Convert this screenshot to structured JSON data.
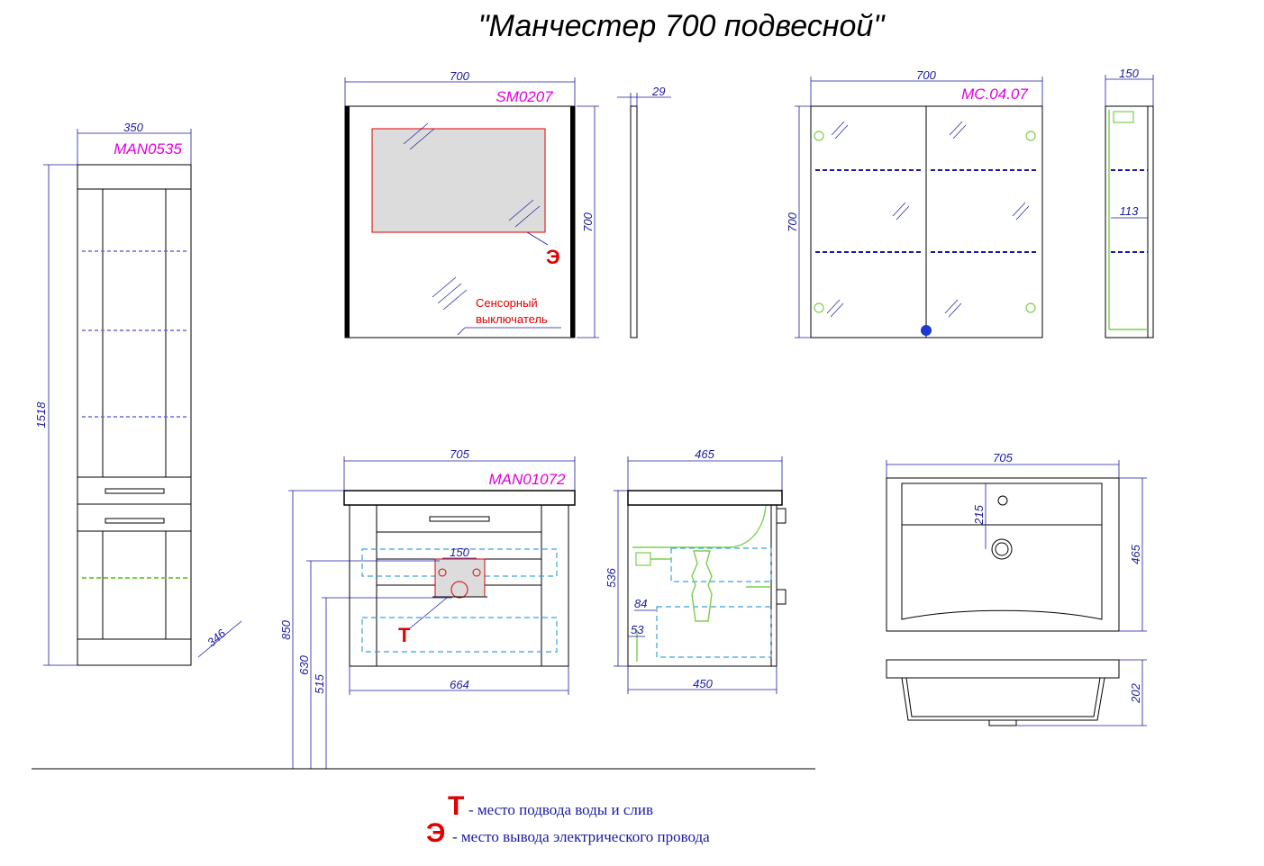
{
  "title": "\"Манчестер 700 подвесной\"",
  "codes": {
    "pencil_case": "MAN0535",
    "mirror": "SM0207",
    "mirror_cabinet": "MC.04.07",
    "vanity": "MAN01072"
  },
  "dimensions": {
    "pencil_width": "350",
    "pencil_height": "1518",
    "pencil_depth": "346",
    "mirror_width": "700",
    "mirror_height": "700",
    "mirror_depth": "29",
    "cabinet_width": "700",
    "cabinet_height": "700",
    "cabinet_depth": "150",
    "cabinet_shelf": "113",
    "vanity_top_width": "705",
    "vanity_body_width": "664",
    "vanity_pipe_spacing": "150",
    "vanity_height_850": "850",
    "vanity_height_630": "630",
    "vanity_height_515": "515",
    "side_top": "465",
    "side_bottom": "450",
    "side_height": "536",
    "side_84": "84",
    "side_53": "53",
    "basin_width": "705",
    "basin_depth": "465",
    "basin_tap": "215",
    "basin_height": "202"
  },
  "mirror_note": [
    "Сенсорный",
    "выключатель"
  ],
  "marks": {
    "t": "Т",
    "e": "Э"
  },
  "legend": [
    {
      "mark": "Т",
      "text": "- место подвода воды и слив"
    },
    {
      "mark": "Э",
      "text": "- место вывода электрического провода"
    }
  ]
}
